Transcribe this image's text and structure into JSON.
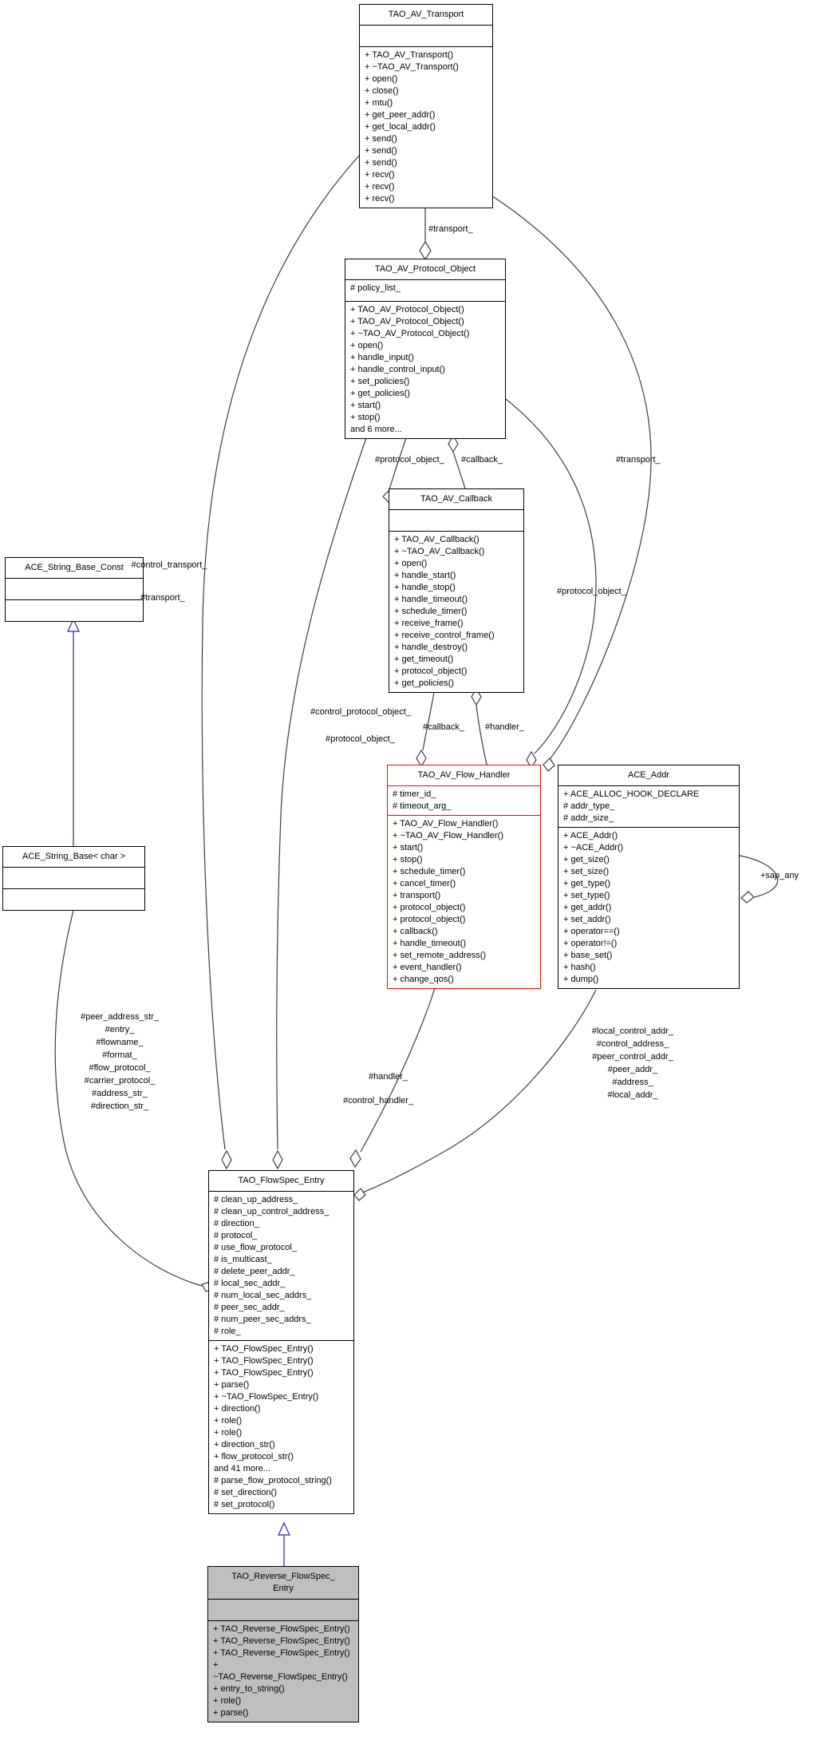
{
  "diagram": {
    "kind": "UML collaboration diagram",
    "subject": "TAO_Reverse_FlowSpec_Entry",
    "colors": {
      "box_border": "#000000",
      "highlight_border": "#ff0000",
      "subject_fill": "#bfbfbf",
      "edge": "#3c3c3c",
      "inheritance": "#2626a8"
    }
  },
  "classes": {
    "transport": {
      "title": "TAO_AV_Transport",
      "attrs": [],
      "methods": [
        "+ TAO_AV_Transport()",
        "+ ~TAO_AV_Transport()",
        "+ open()",
        "+ close()",
        "+ mtu()",
        "+ get_peer_addr()",
        "+ get_local_addr()",
        "+ send()",
        "+ send()",
        "+ send()",
        "+ recv()",
        "+ recv()",
        "+ recv()"
      ]
    },
    "protocol_object": {
      "title": "TAO_AV_Protocol_Object",
      "attrs": [
        "# policy_list_"
      ],
      "methods": [
        "+ TAO_AV_Protocol_Object()",
        "+ TAO_AV_Protocol_Object()",
        "+ ~TAO_AV_Protocol_Object()",
        "+ open()",
        "+ handle_input()",
        "+ handle_control_input()",
        "+ set_policies()",
        "+ get_policies()",
        "+ start()",
        "+ stop()",
        "and 6 more..."
      ]
    },
    "callback": {
      "title": "TAO_AV_Callback",
      "attrs": [],
      "methods": [
        "+ TAO_AV_Callback()",
        "+ ~TAO_AV_Callback()",
        "+ open()",
        "+ handle_start()",
        "+ handle_stop()",
        "+ handle_timeout()",
        "+ schedule_timer()",
        "+ receive_frame()",
        "+ receive_control_frame()",
        "+ handle_destroy()",
        "+ get_timeout()",
        "+ protocol_object()",
        "+ get_policies()"
      ]
    },
    "flow_handler": {
      "title": "TAO_AV_Flow_Handler",
      "attrs": [
        "# timer_id_",
        "# timeout_arg_"
      ],
      "methods": [
        "+ TAO_AV_Flow_Handler()",
        "+ ~TAO_AV_Flow_Handler()",
        "+ start()",
        "+ stop()",
        "+ schedule_timer()",
        "+ cancel_timer()",
        "+ transport()",
        "+ protocol_object()",
        "+ protocol_object()",
        "+ callback()",
        "+ handle_timeout()",
        "+ set_remote_address()",
        "+ event_handler()",
        "+ change_qos()"
      ]
    },
    "ace_addr": {
      "title": "ACE_Addr",
      "attrs": [
        "+ ACE_ALLOC_HOOK_DECLARE",
        "# addr_type_",
        "# addr_size_"
      ],
      "methods": [
        "+ ACE_Addr()",
        "+ ~ACE_Addr()",
        "+ get_size()",
        "+ set_size()",
        "+ get_type()",
        "+ set_type()",
        "+ get_addr()",
        "+ set_addr()",
        "+ operator==()",
        "+ operator!=()",
        "+ base_set()",
        "+ hash()",
        "+ dump()"
      ]
    },
    "string_base_const": {
      "title": "ACE_String_Base_Const",
      "attrs": [],
      "methods": []
    },
    "string_base_char": {
      "title": "ACE_String_Base< char >",
      "attrs": [],
      "methods": []
    },
    "flowspec_entry": {
      "title": "TAO_FlowSpec_Entry",
      "attrs": [
        "# clean_up_address_",
        "# clean_up_control_address_",
        "# direction_",
        "# protocol_",
        "# use_flow_protocol_",
        "# is_multicast_",
        "# delete_peer_addr_",
        "# local_sec_addr_",
        "# num_local_sec_addrs_",
        "# peer_sec_addr_",
        "# num_peer_sec_addrs_",
        "# role_"
      ],
      "methods": [
        "+ TAO_FlowSpec_Entry()",
        "+ TAO_FlowSpec_Entry()",
        "+ TAO_FlowSpec_Entry()",
        "+ parse()",
        "+ ~TAO_FlowSpec_Entry()",
        "+ direction()",
        "+ role()",
        "+ role()",
        "+ direction_str()",
        "+ flow_protocol_str()",
        "and 41 more...",
        "# parse_flow_protocol_string()",
        "# set_direction()",
        "# set_protocol()"
      ]
    },
    "reverse_flowspec_entry": {
      "title": "TAO_Reverse_FlowSpec_Entry",
      "attrs": [],
      "methods": [
        "+ TAO_Reverse_FlowSpec_Entry()",
        "+ TAO_Reverse_FlowSpec_Entry()",
        "+ TAO_Reverse_FlowSpec_Entry()",
        "+ ~TAO_Reverse_FlowSpec_Entry()",
        "+ entry_to_string()",
        "+ role()",
        "+ parse()"
      ]
    }
  },
  "labels": {
    "transport_top": "#transport_",
    "protocol_object_of_callback": "#protocol_object_",
    "callback_of_protocol": "#callback_",
    "transport_right": "#transport_",
    "protocol_object_right": "#protocol_object_",
    "control_transport": "#control_transport_",
    "transport_left": "#transport_",
    "control_protocol_object": "#control_protocol_object_",
    "protocol_object_mid": "#protocol_object_",
    "callback_of_handler": "#callback_",
    "handler_of_callback": "#handler_",
    "handler_mid": "#handler_",
    "control_handler": "#control_handler_",
    "sap_any": "+sap_any",
    "string_members": [
      "#peer_address_str_",
      "#entry_",
      "#flowname_",
      "#format_",
      "#flow_protocol_",
      "#carrier_protocol_",
      "#address_str_",
      "#direction_str_"
    ],
    "addr_members": [
      "#local_control_addr_",
      "#control_address_",
      "#peer_control_addr_",
      "#peer_addr_",
      "#address_",
      "#local_addr_"
    ]
  }
}
